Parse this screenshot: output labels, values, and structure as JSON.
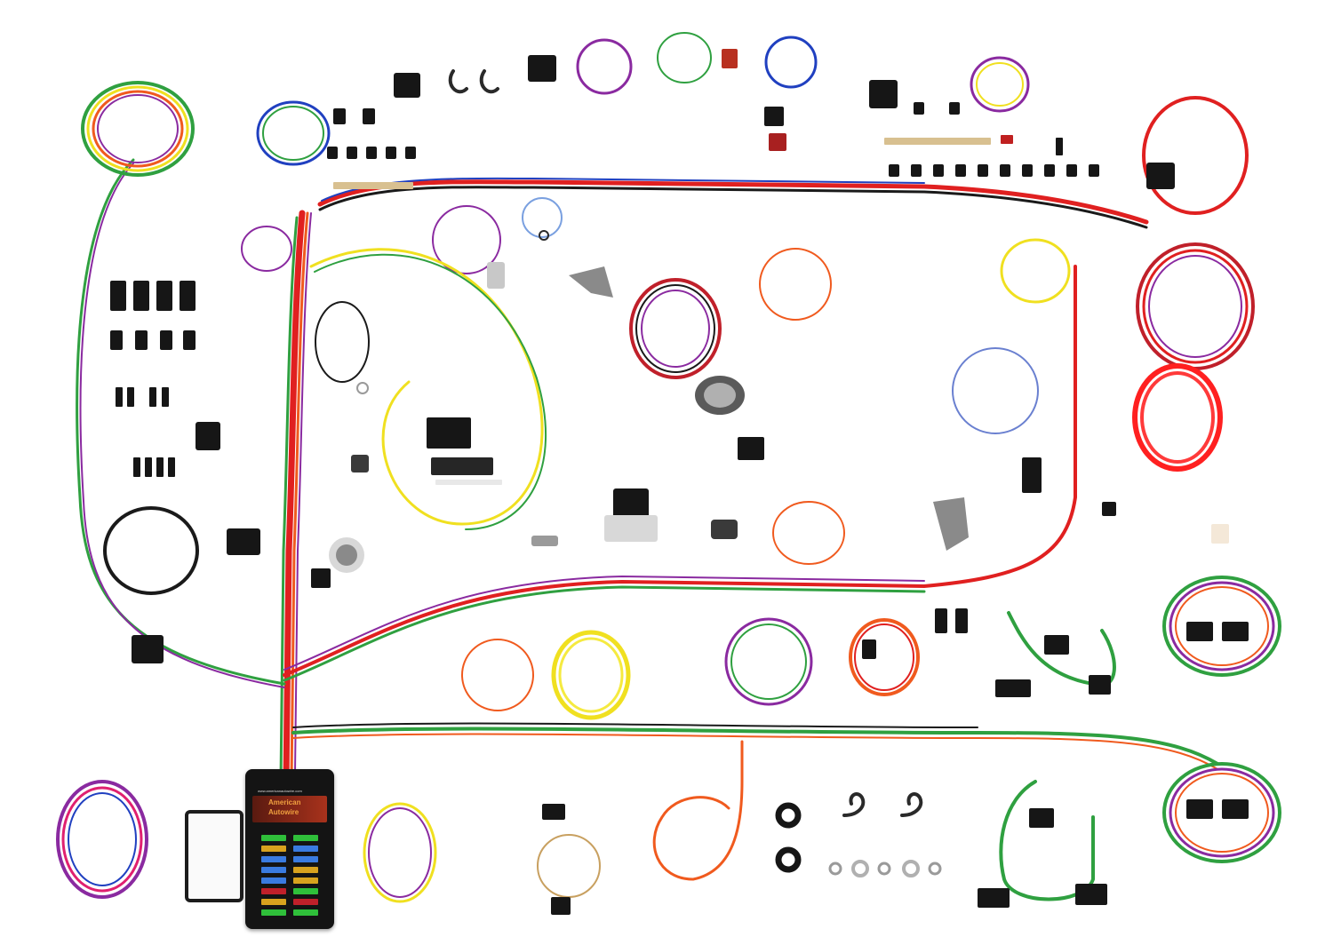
{
  "image": {
    "description": "Product photo of a complete automotive wiring harness kit laid out on a white background",
    "background": "#ffffff"
  },
  "fuse_box": {
    "brand_line1": "American",
    "brand_line2": "Autowire",
    "url": "www.americanautowire.com",
    "fuse_colors": [
      "#2fbf3a",
      "#2fbf3a",
      "#d8a21e",
      "#3a7be0",
      "#3a7be0",
      "#3a7be0",
      "#3a7be0",
      "#d8a21e",
      "#3a7be0",
      "#d8a21e",
      "#c0202a",
      "#2fbf3a",
      "#d8a21e",
      "#c0202a",
      "#2fbf3a",
      "#2fbf3a"
    ]
  },
  "wire_colors": {
    "red": "#e02020",
    "orange": "#f05a1e",
    "yellow": "#f0e020",
    "green": "#2fa040",
    "blue": "#2040c0",
    "purple": "#8a2aa0",
    "black": "#1a1a1a",
    "gray": "#9a9a9a",
    "brown": "#7a4a20",
    "tan": "#c8a060"
  }
}
